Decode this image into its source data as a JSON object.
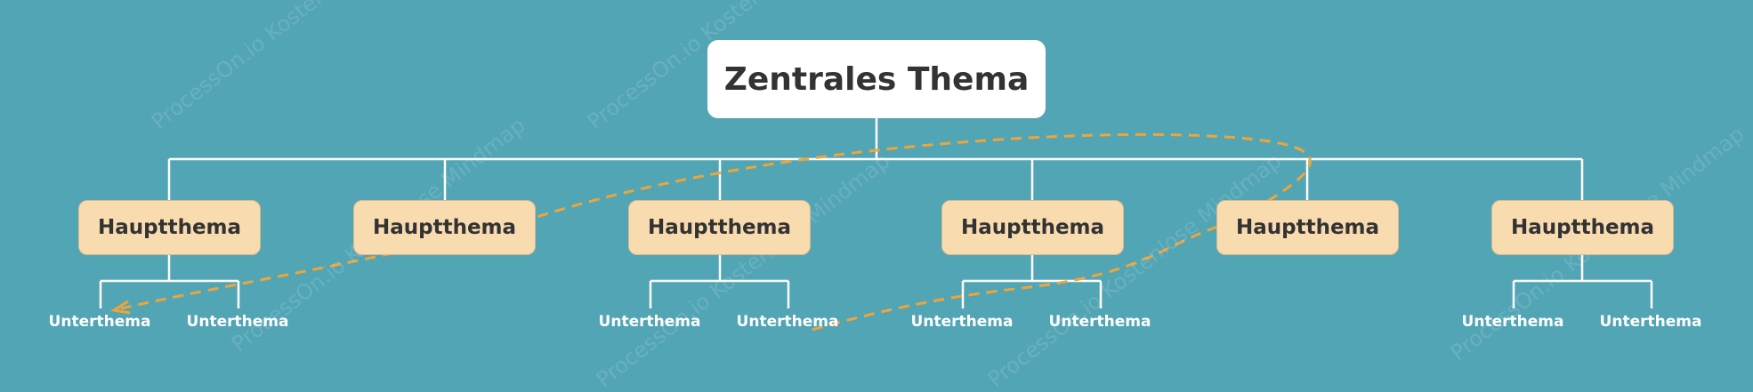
{
  "central": {
    "label": "Zentrales Thema"
  },
  "branches": [
    {
      "label": "Hauptthema",
      "subtopics": [
        "Unterthema",
        "Unterthema"
      ]
    },
    {
      "label": "Hauptthema",
      "subtopics": []
    },
    {
      "label": "Hauptthema",
      "subtopics": [
        "Unterthema",
        "Unterthema"
      ]
    },
    {
      "label": "Hauptthema",
      "subtopics": [
        "Unterthema",
        "Unterthema"
      ]
    },
    {
      "label": "Hauptthema",
      "subtopics": []
    },
    {
      "label": "Hauptthema",
      "subtopics": [
        "Unterthema",
        "Unterthema"
      ]
    }
  ],
  "watermark": "ProcessOn.io Kostenlose Mindmap",
  "colors": {
    "background": "#52a5b5",
    "connector": "#ffffff",
    "main_node": "#f9dbb0",
    "relation": "#eea53a"
  }
}
